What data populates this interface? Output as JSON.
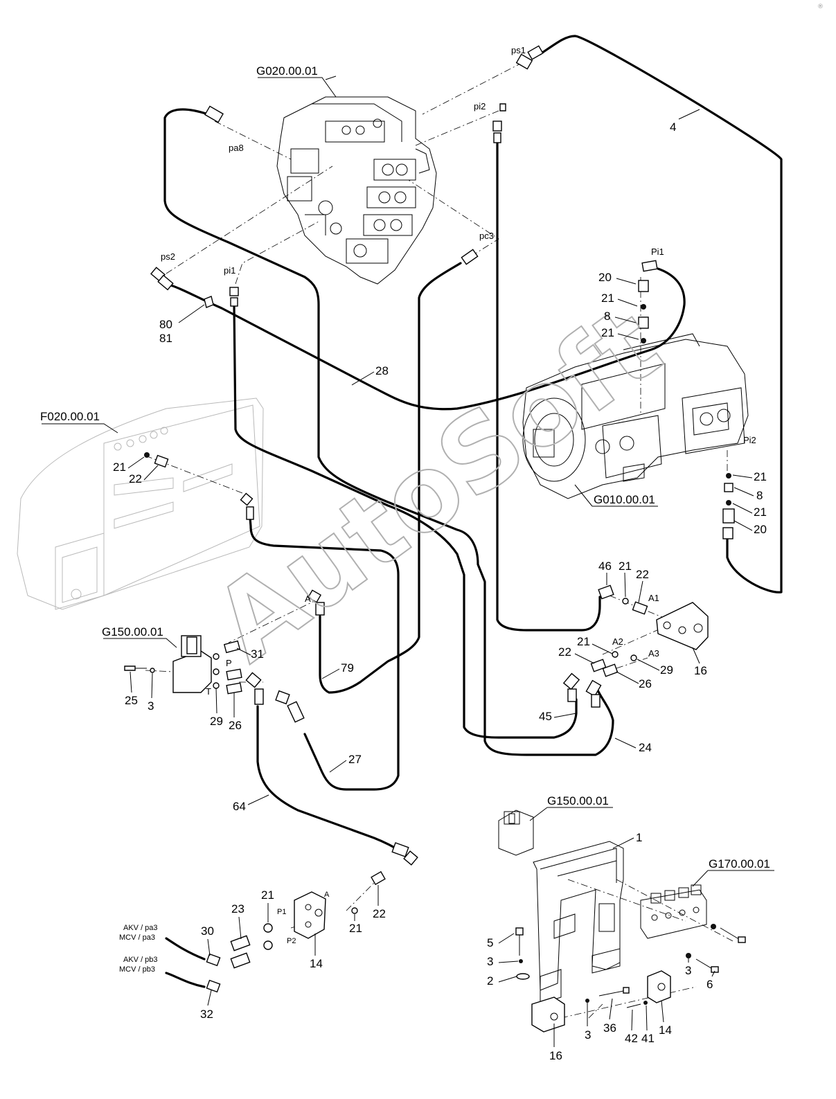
{
  "watermark": {
    "text": "AutoSoft",
    "symbol": "®"
  },
  "group_refs": {
    "control_valve": "G020.00.01",
    "frame": "F020.00.01",
    "pump": "G010.00.01",
    "solenoid_left": "G150.00.01",
    "solenoid_right": "G150.00.01",
    "valve_block_right": "G170.00.01"
  },
  "port_labels": {
    "ps1": "ps1",
    "pi2": "pi2",
    "pa8": "pa8",
    "ps2": "ps2",
    "pi1": "pi1",
    "pc3": "pc3",
    "Pi1": "Pi1",
    "Pi2": "Pi2",
    "A1": "A1",
    "A2": "A2",
    "A3": "A3",
    "A_top": "A",
    "P": "P",
    "T": "T",
    "P1": "P1",
    "P2": "P2",
    "A_block": "A",
    "akv_pa3": "AKV / pa3",
    "mcv_pa3": "MCV / pa3",
    "akv_pb3": "AKV / pb3",
    "mcv_pb3": "MCV / pb3"
  },
  "callouts": {
    "c4": "4",
    "c20a": "20",
    "c21a": "21",
    "c8a": "8",
    "c21b": "21",
    "c80": "80",
    "c81": "81",
    "c28": "28",
    "c21c": "21",
    "c22a": "22",
    "c21d": "21",
    "c8b": "8",
    "c21e": "21",
    "c20b": "20",
    "c46": "46",
    "c21f": "21",
    "c22b": "22",
    "c16a": "16",
    "c21g": "21",
    "c22c": "22",
    "c29a": "29",
    "c26a": "26",
    "c31": "31",
    "c25": "25",
    "c3a": "3",
    "c29b": "29",
    "c26b": "26",
    "c79": "79",
    "c45": "45",
    "c24": "24",
    "c27": "27",
    "c64": "64",
    "c21h": "21",
    "c23": "23",
    "c30": "30",
    "c14a": "14",
    "c21i": "21",
    "c22d": "22",
    "c32": "32",
    "c1": "1",
    "c5": "5",
    "c3b": "3",
    "c2": "2",
    "c3c": "3",
    "c6": "6",
    "c16b": "16",
    "c3d": "3",
    "c36": "36",
    "c42": "42",
    "c41": "41",
    "c14b": "14"
  }
}
